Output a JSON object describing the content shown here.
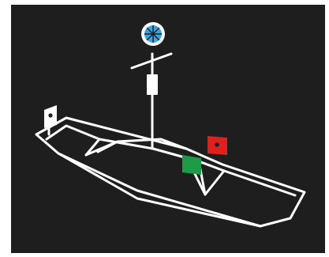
{
  "diagram": {
    "subject": "boat-navigation-lights",
    "colors": {
      "background": "#1e1e1e",
      "outline": "#ffffff",
      "masthead_light_ring": "#ffffff",
      "masthead_light_fill": "#3aa3e0",
      "port_light": "#e0201c",
      "starboard_light": "#1f9a46",
      "stern_light": "#ffffff"
    },
    "lights": [
      {
        "name": "all-round-light",
        "icon": "blue-circle-with-spokes"
      },
      {
        "name": "masthead-light",
        "icon": "white-flag"
      },
      {
        "name": "port-sidelight",
        "icon": "red-flag-with-dot"
      },
      {
        "name": "starboard-sidelight",
        "icon": "green-flag"
      },
      {
        "name": "stern-light",
        "icon": "white-flag-with-dot"
      }
    ]
  }
}
